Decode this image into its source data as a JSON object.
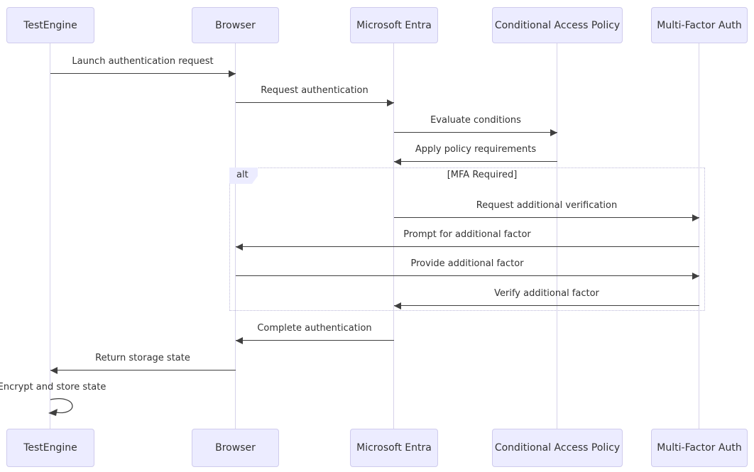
{
  "diagram": {
    "kind": "sequence-diagram",
    "actors": [
      "TestEngine",
      "Browser",
      "Microsoft Entra",
      "Conditional Access Policy",
      "Multi-Factor Auth"
    ],
    "messages": [
      {
        "from": "TestEngine",
        "to": "Browser",
        "text": "Launch authentication request"
      },
      {
        "from": "Browser",
        "to": "Microsoft Entra",
        "text": "Request authentication"
      },
      {
        "from": "Microsoft Entra",
        "to": "Conditional Access Policy",
        "text": "Evaluate conditions"
      },
      {
        "from": "Conditional Access Policy",
        "to": "Microsoft Entra",
        "text": "Apply policy requirements"
      },
      {
        "from": "Microsoft Entra",
        "to": "Multi-Factor Auth",
        "text": "Request additional verification"
      },
      {
        "from": "Multi-Factor Auth",
        "to": "Browser",
        "text": "Prompt for additional factor"
      },
      {
        "from": "Browser",
        "to": "Multi-Factor Auth",
        "text": "Provide additional factor"
      },
      {
        "from": "Multi-Factor Auth",
        "to": "Microsoft Entra",
        "text": "Verify additional factor"
      },
      {
        "from": "Microsoft Entra",
        "to": "Browser",
        "text": "Complete authentication"
      },
      {
        "from": "Browser",
        "to": "TestEngine",
        "text": "Return storage state"
      },
      {
        "from": "TestEngine",
        "to": "TestEngine",
        "text": "Encrypt and store state",
        "self": true
      }
    ],
    "alt_block": {
      "label": "alt",
      "condition": "[MFA Required]",
      "contains_message_indexes": [
        4,
        5,
        6,
        7
      ]
    },
    "colors": {
      "actor_fill": "#ECECFF",
      "actor_border": "#cfcbed",
      "lifeline": "#d6d2ea",
      "arrow": "#3f3f3f",
      "text": "#333333",
      "frame_border": "#b9b5d8"
    }
  }
}
